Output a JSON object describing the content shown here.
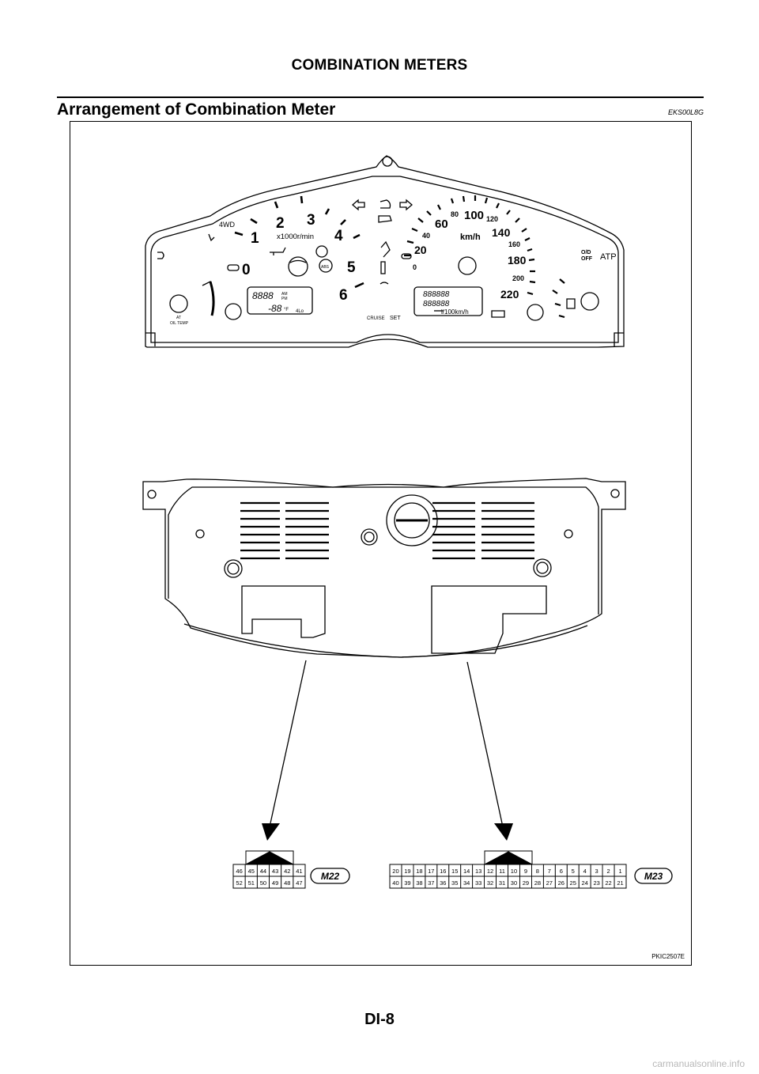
{
  "header": {
    "title": "COMBINATION METERS"
  },
  "section": {
    "title": "Arrangement of Combination Meter",
    "code": "EKS00L8G"
  },
  "figure": {
    "id": "PKIC2507E",
    "tachometer": {
      "unit": "x1000r/min",
      "marks": [
        "0",
        "1",
        "2",
        "3",
        "4",
        "5",
        "6"
      ]
    },
    "speedometer": {
      "unit": "km/h",
      "marks": [
        "0",
        "20",
        "40",
        "60",
        "80",
        "100",
        "120",
        "140",
        "160",
        "180",
        "200",
        "220"
      ]
    },
    "indicators": {
      "four_wd": "4WD",
      "atp": "ATP",
      "od_off_top": "O/D",
      "od_off_bottom": "OFF",
      "cruise": "CRUISE",
      "set": "SET",
      "at_oil_temp_top": "AT",
      "at_oil_temp_bottom": "OIL TEMP",
      "abs": "ABS",
      "fuel_unit": "l/100km/h",
      "clock_am": "AM",
      "clock_pm": "PM",
      "temp_unit": "°F",
      "four_lo": "4Lo",
      "lcd_clock": "8888",
      "lcd_temp": "-88",
      "lcd_odo": "888888"
    },
    "connector_m22": {
      "label": "M22",
      "top_row": [
        "46",
        "45",
        "44",
        "43",
        "42",
        "41"
      ],
      "bottom_row": [
        "52",
        "51",
        "50",
        "49",
        "48",
        "47"
      ]
    },
    "connector_m23": {
      "label": "M23",
      "top_row": [
        "20",
        "19",
        "18",
        "17",
        "16",
        "15",
        "14",
        "13",
        "12",
        "11",
        "10",
        "9",
        "8",
        "7",
        "6",
        "5",
        "4",
        "3",
        "2",
        "1"
      ],
      "bottom_row": [
        "40",
        "39",
        "38",
        "37",
        "36",
        "35",
        "34",
        "33",
        "32",
        "31",
        "30",
        "29",
        "28",
        "27",
        "26",
        "25",
        "24",
        "23",
        "22",
        "21"
      ]
    }
  },
  "footer": {
    "page_number": "DI-8",
    "watermark": "carmanualsonline.info"
  }
}
